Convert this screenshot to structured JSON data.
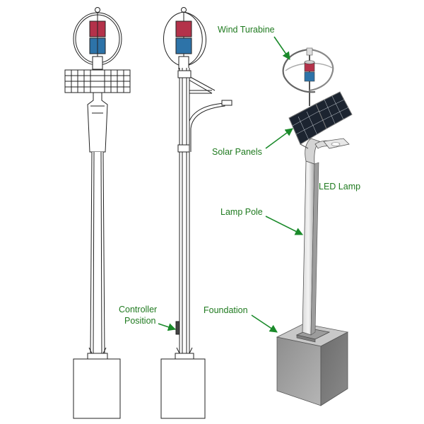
{
  "labels": {
    "wind_turbine": "Wind Turabine",
    "solar_panels": "Solar Panels",
    "led_lamp": "LED Lamp",
    "lamp_pole": "Lamp Pole",
    "foundation": "Foundation",
    "controller_line1": "Controller",
    "controller_line2": "Position"
  },
  "colors": {
    "label_green": "#1f7a1f",
    "arrow_green": "#1a8a2a",
    "line": "#222222",
    "blade_red": "#b4324a",
    "blade_blue": "#2d73a8",
    "panel_dark": "#1c2430",
    "concrete": "#9a9a9a"
  }
}
